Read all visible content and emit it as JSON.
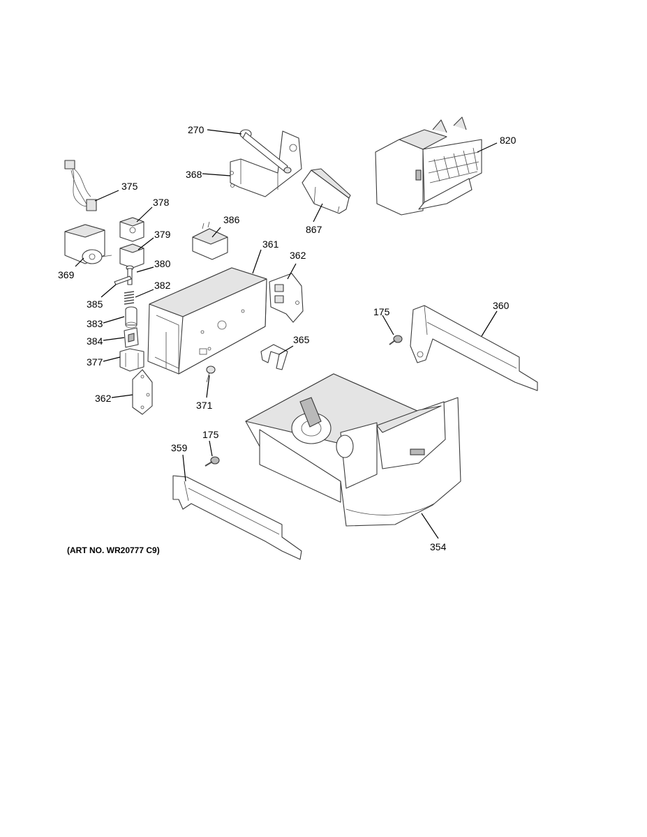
{
  "callouts": {
    "c270": "270",
    "c368": "368",
    "c867": "867",
    "c820": "820",
    "c375": "375",
    "c378": "378",
    "c379": "379",
    "c369": "369",
    "c380": "380",
    "c382": "382",
    "c385": "385",
    "c383": "383",
    "c384": "384",
    "c377": "377",
    "c362a": "362",
    "c386": "386",
    "c361": "361",
    "c362b": "362",
    "c365": "365",
    "c371": "371",
    "c175a": "175",
    "c360": "360",
    "c175b": "175",
    "c359": "359",
    "c354": "354"
  },
  "art_number": "(ART NO. WR20777 C9)"
}
